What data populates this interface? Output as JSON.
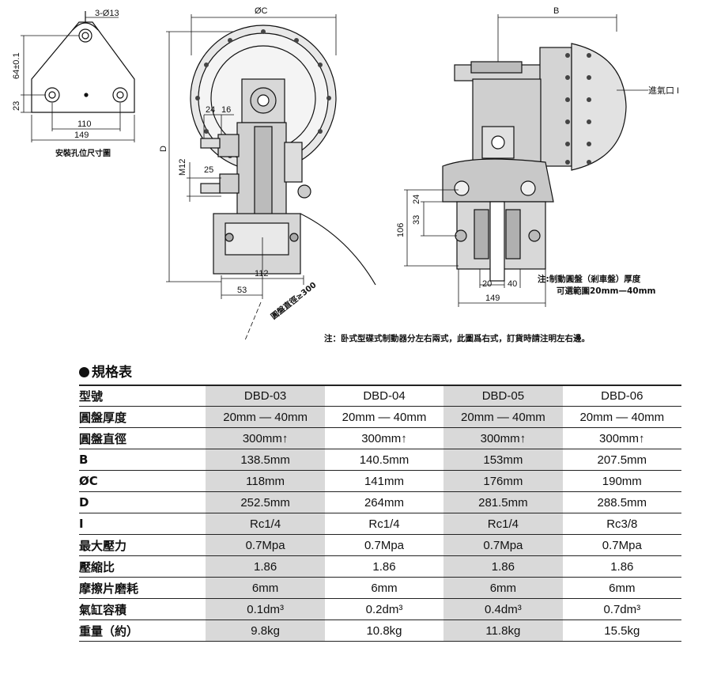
{
  "drawing": {
    "left_view": {
      "hole_spec": "3-Ø13",
      "dim_64": "64±0.1",
      "dim_23": "23",
      "dim_110": "110",
      "dim_149": "149",
      "caption": "安裝孔位尺寸圖"
    },
    "center_view": {
      "dim_c": "ØC",
      "dim_d": "D",
      "dim_24": "24",
      "dim_16": "16",
      "dim_m12": "M12",
      "dim_25": "25",
      "dim_112": "112",
      "dim_53": "53",
      "disc_dia": "圓盤直徑≥300"
    },
    "right_view": {
      "dim_b": "B",
      "inlet": "進氣口 I",
      "dim_24": "24",
      "dim_33": "33",
      "dim_106": "106",
      "dim_20": "20",
      "dim_40": "40",
      "dim_149": "149",
      "thickness_note_1": "注:制動圓盤（剎車盤）厚度",
      "thickness_note_2": "可選範圍20mm—40mm"
    },
    "bottom_note": "注：卧式型碟式制動器分左右兩式，此圖爲右式，訂貨時請注明左右邊。"
  },
  "spec": {
    "title": "規格表",
    "rows": [
      {
        "label": "型號",
        "values": [
          "DBD-03",
          "DBD-04",
          "DBD-05",
          "DBD-06"
        ]
      },
      {
        "label": "圓盤厚度",
        "values": [
          "20mm — 40mm",
          "20mm — 40mm",
          "20mm — 40mm",
          "20mm — 40mm"
        ]
      },
      {
        "label": "圓盤直徑",
        "values": [
          "300mm↑",
          "300mm↑",
          "300mm↑",
          "300mm↑"
        ]
      },
      {
        "label": "B",
        "values": [
          "138.5mm",
          "140.5mm",
          "153mm",
          "207.5mm"
        ]
      },
      {
        "label": "ØC",
        "values": [
          "118mm",
          "141mm",
          "176mm",
          "190mm"
        ]
      },
      {
        "label": "D",
        "values": [
          "252.5mm",
          "264mm",
          "281.5mm",
          "288.5mm"
        ]
      },
      {
        "label": "I",
        "values": [
          "Rc1/4",
          "Rc1/4",
          "Rc1/4",
          "Rc3/8"
        ]
      },
      {
        "label": "最大壓力",
        "values": [
          "0.7Mpa",
          "0.7Mpa",
          "0.7Mpa",
          "0.7Mpa"
        ]
      },
      {
        "label": "壓縮比",
        "values": [
          "1.86",
          "1.86",
          "1.86",
          "1.86"
        ]
      },
      {
        "label": "摩擦片磨耗",
        "values": [
          "6mm",
          "6mm",
          "6mm",
          "6mm"
        ]
      },
      {
        "label": "氣缸容積",
        "values": [
          "0.1dm³",
          "0.2dm³",
          "0.4dm³",
          "0.7dm³"
        ]
      },
      {
        "label": "重量（約）",
        "values": [
          "9.8kg",
          "10.8kg",
          "11.8kg",
          "15.5kg"
        ]
      }
    ]
  }
}
